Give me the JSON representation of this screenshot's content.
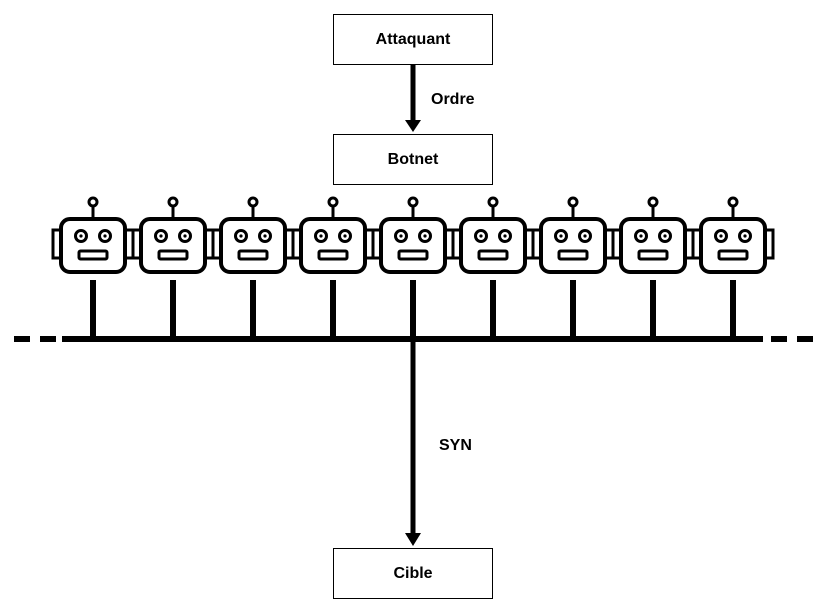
{
  "nodes": {
    "attacker": "Attaquant",
    "botnet": "Botnet",
    "target": "Cible"
  },
  "edges": {
    "order": "Ordre",
    "syn": "SYN"
  },
  "bots": {
    "count": 9,
    "icon": "robot-icon"
  }
}
